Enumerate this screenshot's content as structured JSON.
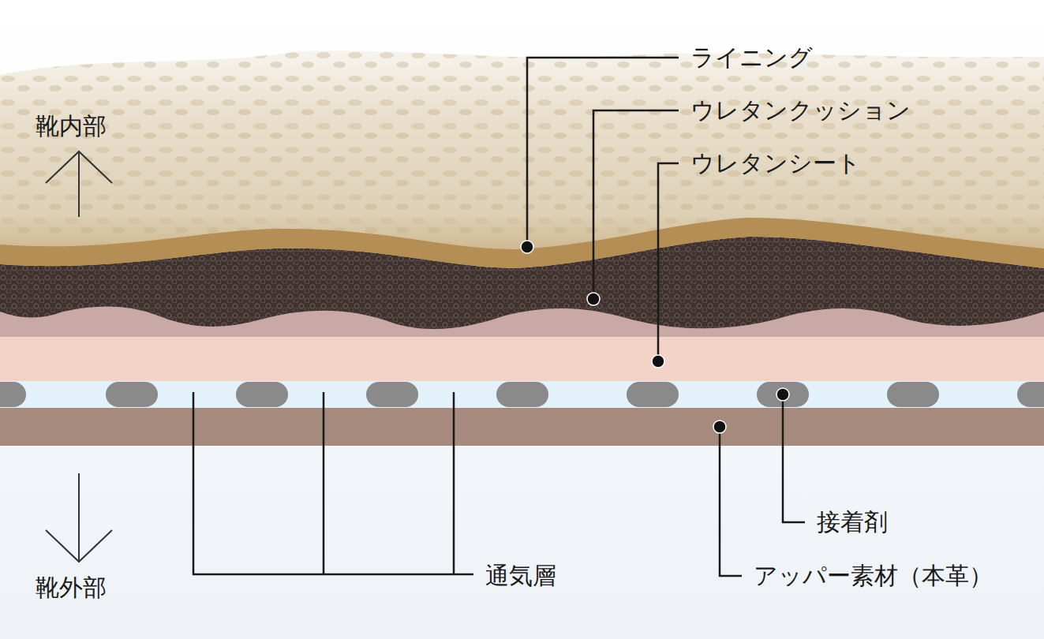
{
  "diagram": {
    "labels": [
      "ライニング",
      "ウレタンクッション",
      "ウレタンシート",
      "靴内部",
      "接着剤",
      "アッパー素材（本革）",
      "通気層",
      "靴外部"
    ]
  }
}
